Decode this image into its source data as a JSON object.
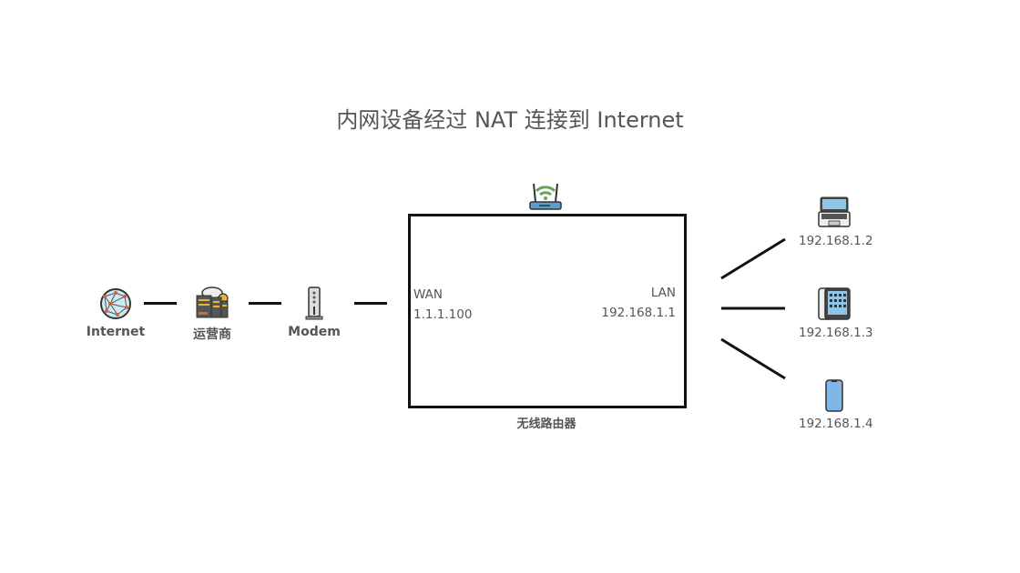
{
  "title": "内网设备经过 NAT 连接到 Internet",
  "chain": [
    {
      "label": "Internet",
      "icon": "globe-network-icon"
    },
    {
      "label": "运营商",
      "icon": "isp-server-cloud-icon"
    },
    {
      "label": "Modem",
      "icon": "modem-icon"
    }
  ],
  "router": {
    "label": "无线路由器",
    "icon": "wifi-router-icon",
    "wan_label": "WAN",
    "wan_ip": "1.1.1.100",
    "lan_label": "LAN",
    "lan_ip": "192.168.1.1"
  },
  "devices": [
    {
      "ip": "192.168.1.2",
      "icon": "laptop-icon"
    },
    {
      "ip": "192.168.1.3",
      "icon": "tablet-icon"
    },
    {
      "ip": "192.168.1.4",
      "icon": "smartphone-icon"
    }
  ]
}
